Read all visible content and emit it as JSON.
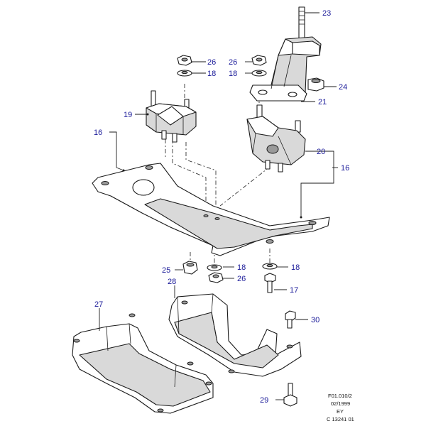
{
  "callouts": {
    "c23": "23",
    "c26a": "26",
    "c18a": "18",
    "c26b": "26",
    "c18b": "18",
    "c24": "24",
    "c21": "21",
    "c19": "19",
    "c16a": "16",
    "c20": "20",
    "c16b": "16",
    "c25": "25",
    "c18c": "18",
    "c26c": "26",
    "c18d": "18",
    "c17": "17",
    "c28": "28",
    "c27": "27",
    "c30": "30",
    "c29": "29"
  },
  "reference": {
    "line1": "F01.010/2",
    "line2": "02/1999",
    "line3": "EY",
    "line4": "C 13241 01"
  }
}
